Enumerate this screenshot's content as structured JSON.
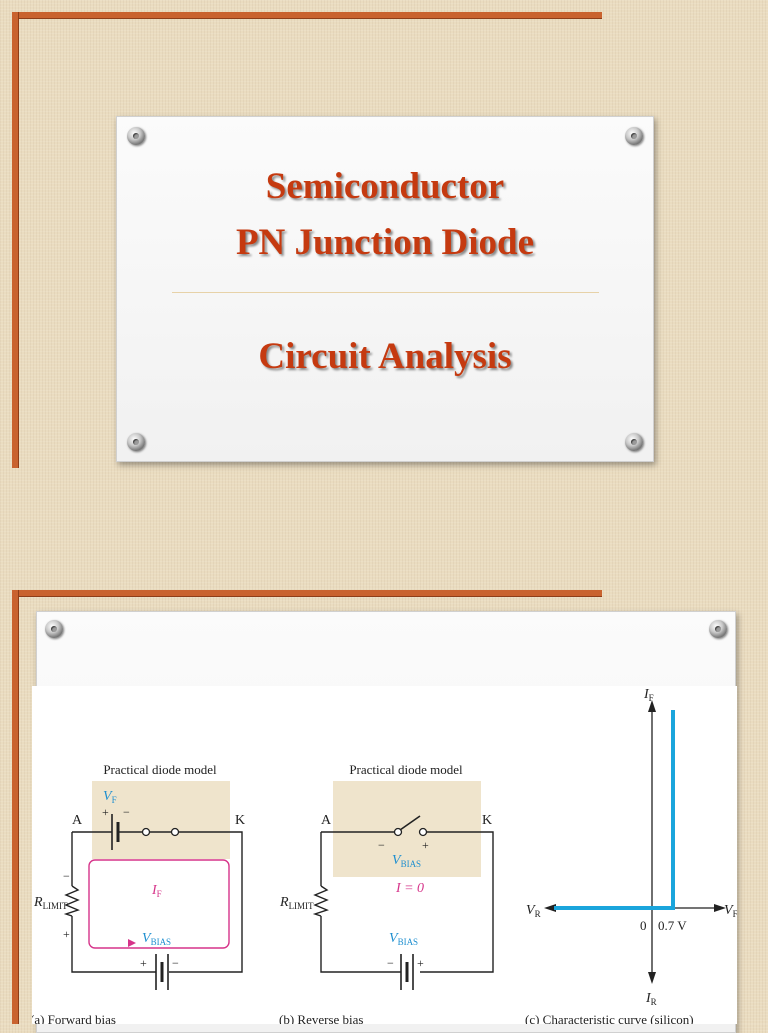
{
  "slide1": {
    "title_line1": "Semiconductor",
    "title_line2": "PN Junction Diode",
    "title_line3": "Circuit Analysis"
  },
  "figure": {
    "a": {
      "model_label": "Practical diode model",
      "anode": "A",
      "cathode": "K",
      "vf_main": "V",
      "vf_sub": "F",
      "plus": "+",
      "minus": "−",
      "r_main": "R",
      "r_sub": "LIMIT",
      "if_main": "I",
      "if_sub": "F",
      "vbias_main": "V",
      "vbias_sub": "BIAS",
      "caption": "(a) Forward bias"
    },
    "b": {
      "model_label": "Practical diode model",
      "anode": "A",
      "cathode": "K",
      "vbias_main": "V",
      "vbias_sub": "BIAS",
      "plus": "+",
      "minus": "−",
      "current": "I = 0",
      "r_main": "R",
      "r_sub": "LIMIT",
      "caption": "(b) Reverse bias"
    },
    "c": {
      "if_main": "I",
      "if_sub": "F",
      "ir_main": "I",
      "ir_sub": "R",
      "vr_main": "V",
      "vr_sub": "R",
      "vf_main": "V",
      "vf_sub": "F",
      "zero": "0",
      "knee": "0.7 V",
      "caption": "(c) Characteristic curve (silicon)"
    },
    "colors": {
      "highlight": "#efe4cc",
      "label_blue": "#1e8fd0",
      "loop_pink": "#d6348a",
      "curve_cyan": "#1aa5dc"
    }
  }
}
